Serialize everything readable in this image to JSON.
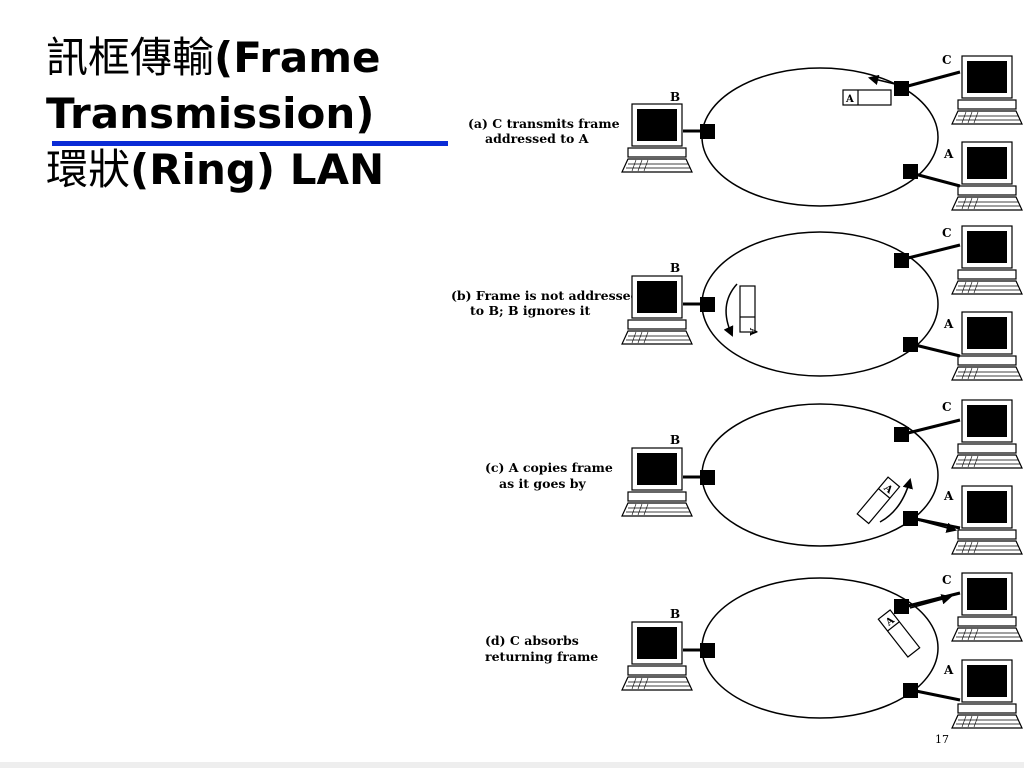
{
  "title": {
    "line1_cjk": "訊框傳輸",
    "line1_latin": "(Frame",
    "line2": "Transmission)",
    "line3_cjk": "環狀",
    "line3_latin": "(Ring) LAN"
  },
  "accent_color": "#0a2bd6",
  "panels": [
    {
      "id": "a",
      "caption": [
        "(a) C transmits frame",
        "addressed to A"
      ],
      "stations": [
        "B",
        "C",
        "A"
      ],
      "frame_label": "A"
    },
    {
      "id": "b",
      "caption": [
        "(b) Frame is not addressed",
        "to B; B ignores it"
      ],
      "stations": [
        "B",
        "C",
        "A"
      ],
      "frame_label": "A"
    },
    {
      "id": "c",
      "caption": [
        "(c) A copies frame",
        "as it goes by"
      ],
      "stations": [
        "B",
        "C",
        "A"
      ],
      "frame_label": "A"
    },
    {
      "id": "d",
      "caption": [
        "(d) C absorbs",
        "returning frame"
      ],
      "stations": [
        "B",
        "C",
        "A"
      ],
      "frame_label": "A"
    }
  ],
  "page_number": "17"
}
